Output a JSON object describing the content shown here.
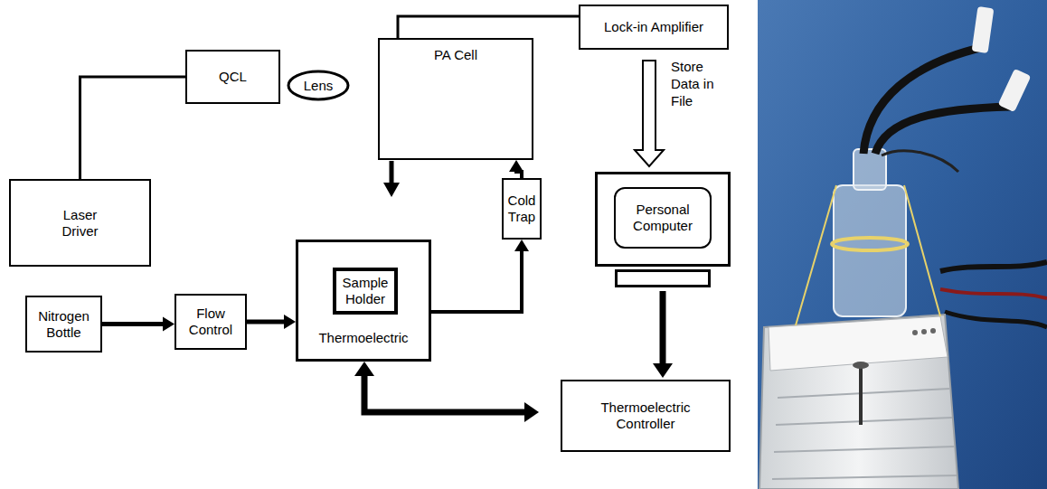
{
  "diagram": {
    "nodes": [
      {
        "text": [
          "Lock-in Amplifier"
        ]
      },
      {
        "text": [
          "QCL"
        ]
      },
      {
        "text": [
          "Lens"
        ]
      },
      {
        "text": [
          "PA Cell"
        ]
      },
      {
        "text": [
          "Laser Driver"
        ]
      },
      {
        "text": [
          "Personal Computer"
        ]
      },
      {
        "text": [
          "Cold Trap"
        ]
      },
      {
        "text": [
          "Nitrogen Bottle"
        ]
      },
      {
        "text": [
          "Flow Control"
        ]
      },
      {
        "text": [
          "Thermoelectric"
        ]
      },
      {
        "text": [
          "Sample Holder"
        ],
        "in": 9
      },
      {
        "text": [
          "Thermoelectric Controller"
        ]
      }
    ],
    "edges": [
      {
        "from": 4,
        "to": 1,
        "arrow": "none"
      },
      {
        "from": 3,
        "to": 0,
        "arrow": "none"
      },
      {
        "from": 0,
        "to": 5,
        "arrow": "to",
        "label": "Store Data in File"
      },
      {
        "from": 7,
        "to": 8,
        "arrow": "to"
      },
      {
        "from": 8,
        "to": 9,
        "arrow": "to"
      },
      {
        "from": 9,
        "to": 6,
        "arrow": "to"
      },
      {
        "from": 6,
        "to": 3,
        "arrow": "to"
      },
      {
        "from": 5,
        "to": 11,
        "arrow": "to"
      },
      {
        "from": 9,
        "to": 11,
        "arrow": "both"
      }
    ]
  }
}
